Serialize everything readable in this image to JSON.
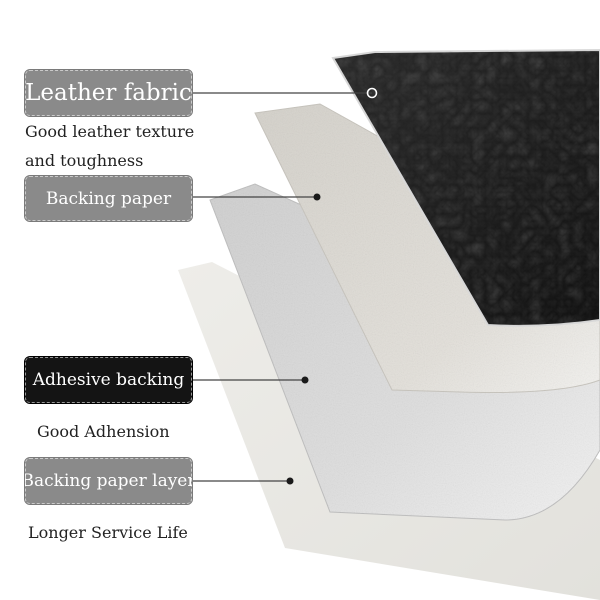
{
  "layers": [
    {
      "label": "Leather fabric",
      "description": [
        "Good leather texture",
        "and toughness"
      ]
    },
    {
      "label": "Backing paper",
      "description": []
    },
    {
      "label": "Adhesive backing",
      "description": [
        "Good Adhension"
      ]
    },
    {
      "label": "Backing paper layer",
      "description": [
        "Longer Service Life"
      ]
    }
  ],
  "colors": {
    "leather": "#1b1b1b",
    "backing_paper": "#dcd9d2",
    "adhesive": "#d2d2d2",
    "liner": "#f0efeb",
    "label_gray": "#8a8a8a",
    "label_black": "#141414"
  }
}
